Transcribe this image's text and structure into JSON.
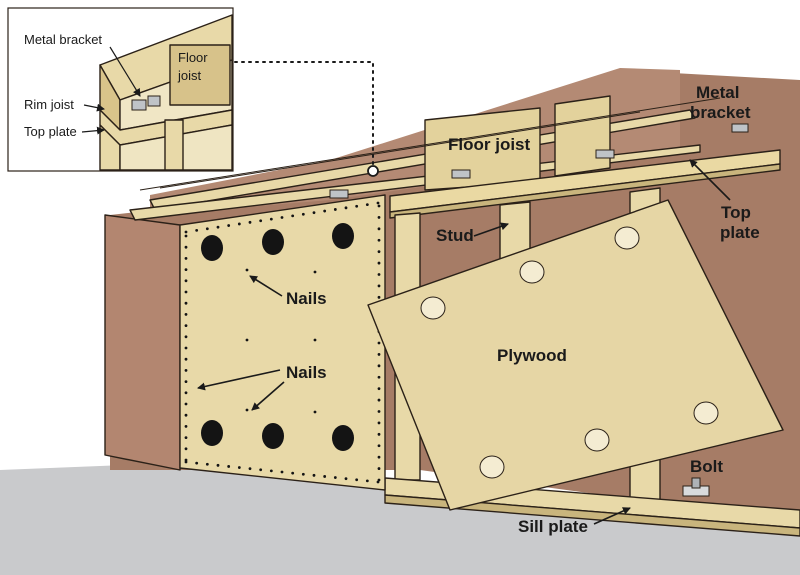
{
  "labels": {
    "floor_joist": "Floor joist",
    "metal_bracket_line1": "Metal",
    "metal_bracket_line2": "bracket",
    "stud": "Stud",
    "top_plate_line1": "Top",
    "top_plate_line2": "plate",
    "nails_upper": "Nails",
    "nails_lower": "Nails",
    "plywood": "Plywood",
    "bolt": "Bolt",
    "sill_plate": "Sill plate"
  },
  "inset": {
    "metal_bracket": "Metal bracket",
    "floor_joist_line1": "Floor",
    "floor_joist_line2": "joist",
    "rim_joist": "Rim joist",
    "top_plate": "Top plate"
  },
  "colors": {
    "wood_light": "#e8d9a8",
    "wood_mid": "#d9c48a",
    "wall_brown": "#a67c66",
    "floor_gray": "#c9cacc",
    "hole_dark": "#141414"
  }
}
